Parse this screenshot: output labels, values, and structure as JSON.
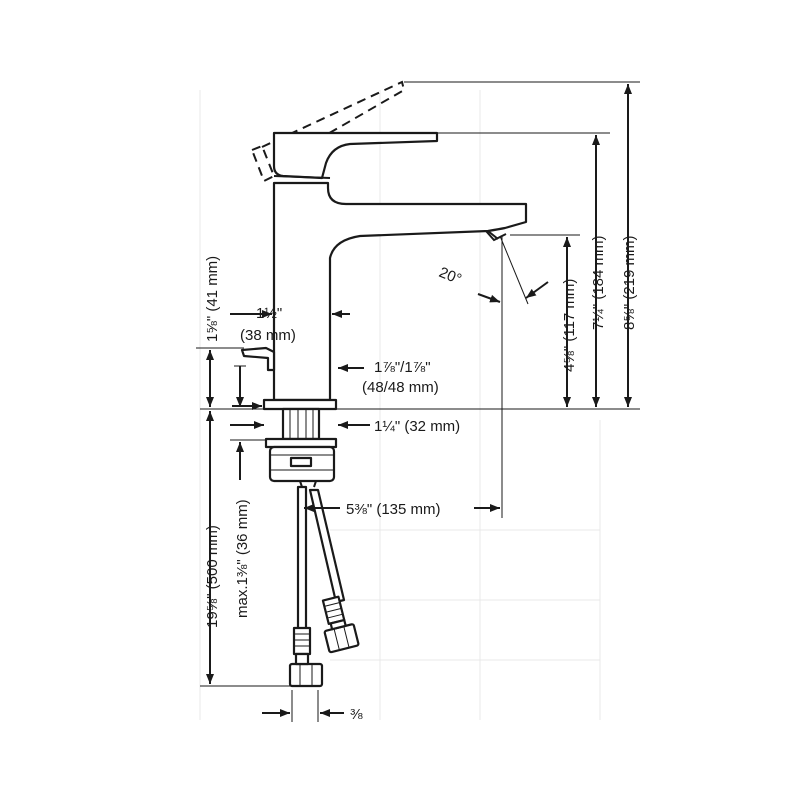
{
  "dimensions": {
    "total_height": "8⅝\" (219 mm)",
    "spout_top_height": "7¼\" (184 mm)",
    "outlet_height": "4⅝\" (117 mm)",
    "lever_angle": "20°",
    "lever_height": "1⅝\" (41 mm)",
    "body_width_in": "1½\"",
    "body_width_mm": "(38 mm)",
    "base_diameter_in": "1⅞\"/1⅞\"",
    "base_diameter_mm": "(48/48 mm)",
    "hole_diameter": "1¼\" (32 mm)",
    "spout_reach": "5⅜\" (135 mm)",
    "hose_length": "19⅝\" (500 mm)",
    "max_deck_thickness": "max.1⅜\" (36 mm)",
    "connection_size": "⅜"
  }
}
